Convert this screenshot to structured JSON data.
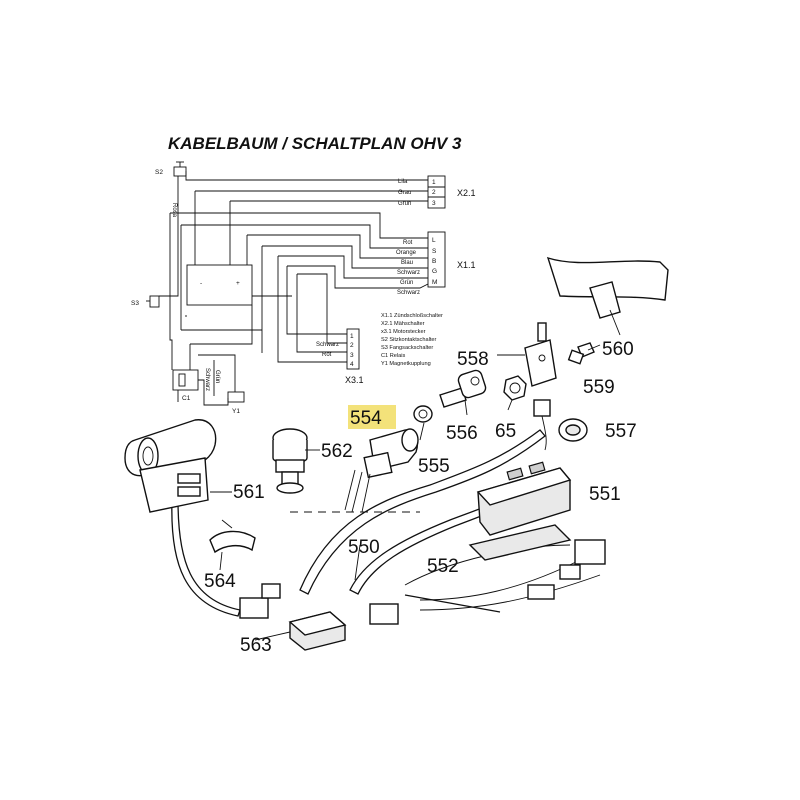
{
  "title": "KABELBAUM / SCHALTPLAN OHV 3",
  "schematic": {
    "labels": {
      "s2": "S2",
      "s3": "S3",
      "c1": "C1",
      "y1": "Y1",
      "x21": "X2.1",
      "x11": "X1.1",
      "x31": "X3.1",
      "minus": "-",
      "plus": "+"
    },
    "x21_wires": [
      "Lila",
      "Grau",
      "Grün"
    ],
    "x21_pins": [
      "1",
      "2",
      "3"
    ],
    "x11_wires": [
      "Rot",
      "Orange",
      "Blau",
      "Schwarz",
      "Grün",
      "Schwarz"
    ],
    "x11_pins": [
      "L",
      "S",
      "B",
      "G",
      "M"
    ],
    "x31_wires": [
      "Schwarz",
      "Rot"
    ],
    "x31_pins": [
      "1",
      "2",
      "3",
      "4"
    ],
    "vertical_wires": [
      "Rosa",
      "Schwarz",
      "Grün"
    ],
    "legend": [
      "X1.1  Zündschloßschalter",
      "X2.1  Mähschalter",
      "x3.1  Motorstecker",
      "S2     Sitzkontaktschalter",
      "S3     Fangsackschalter",
      "C1     Relais",
      "Y1     Magnetkupplung"
    ]
  },
  "parts": {
    "p550": "550",
    "p551": "551",
    "p552": "552",
    "p554": "554",
    "p555": "555",
    "p556": "556",
    "p557": "557",
    "p558": "558",
    "p559": "559",
    "p560": "560",
    "p561": "561",
    "p562": "562",
    "p563": "563",
    "p564": "564",
    "p65": "65"
  },
  "colors": {
    "highlight": "#f3e27a",
    "ink": "#111111",
    "background": "#ffffff"
  }
}
